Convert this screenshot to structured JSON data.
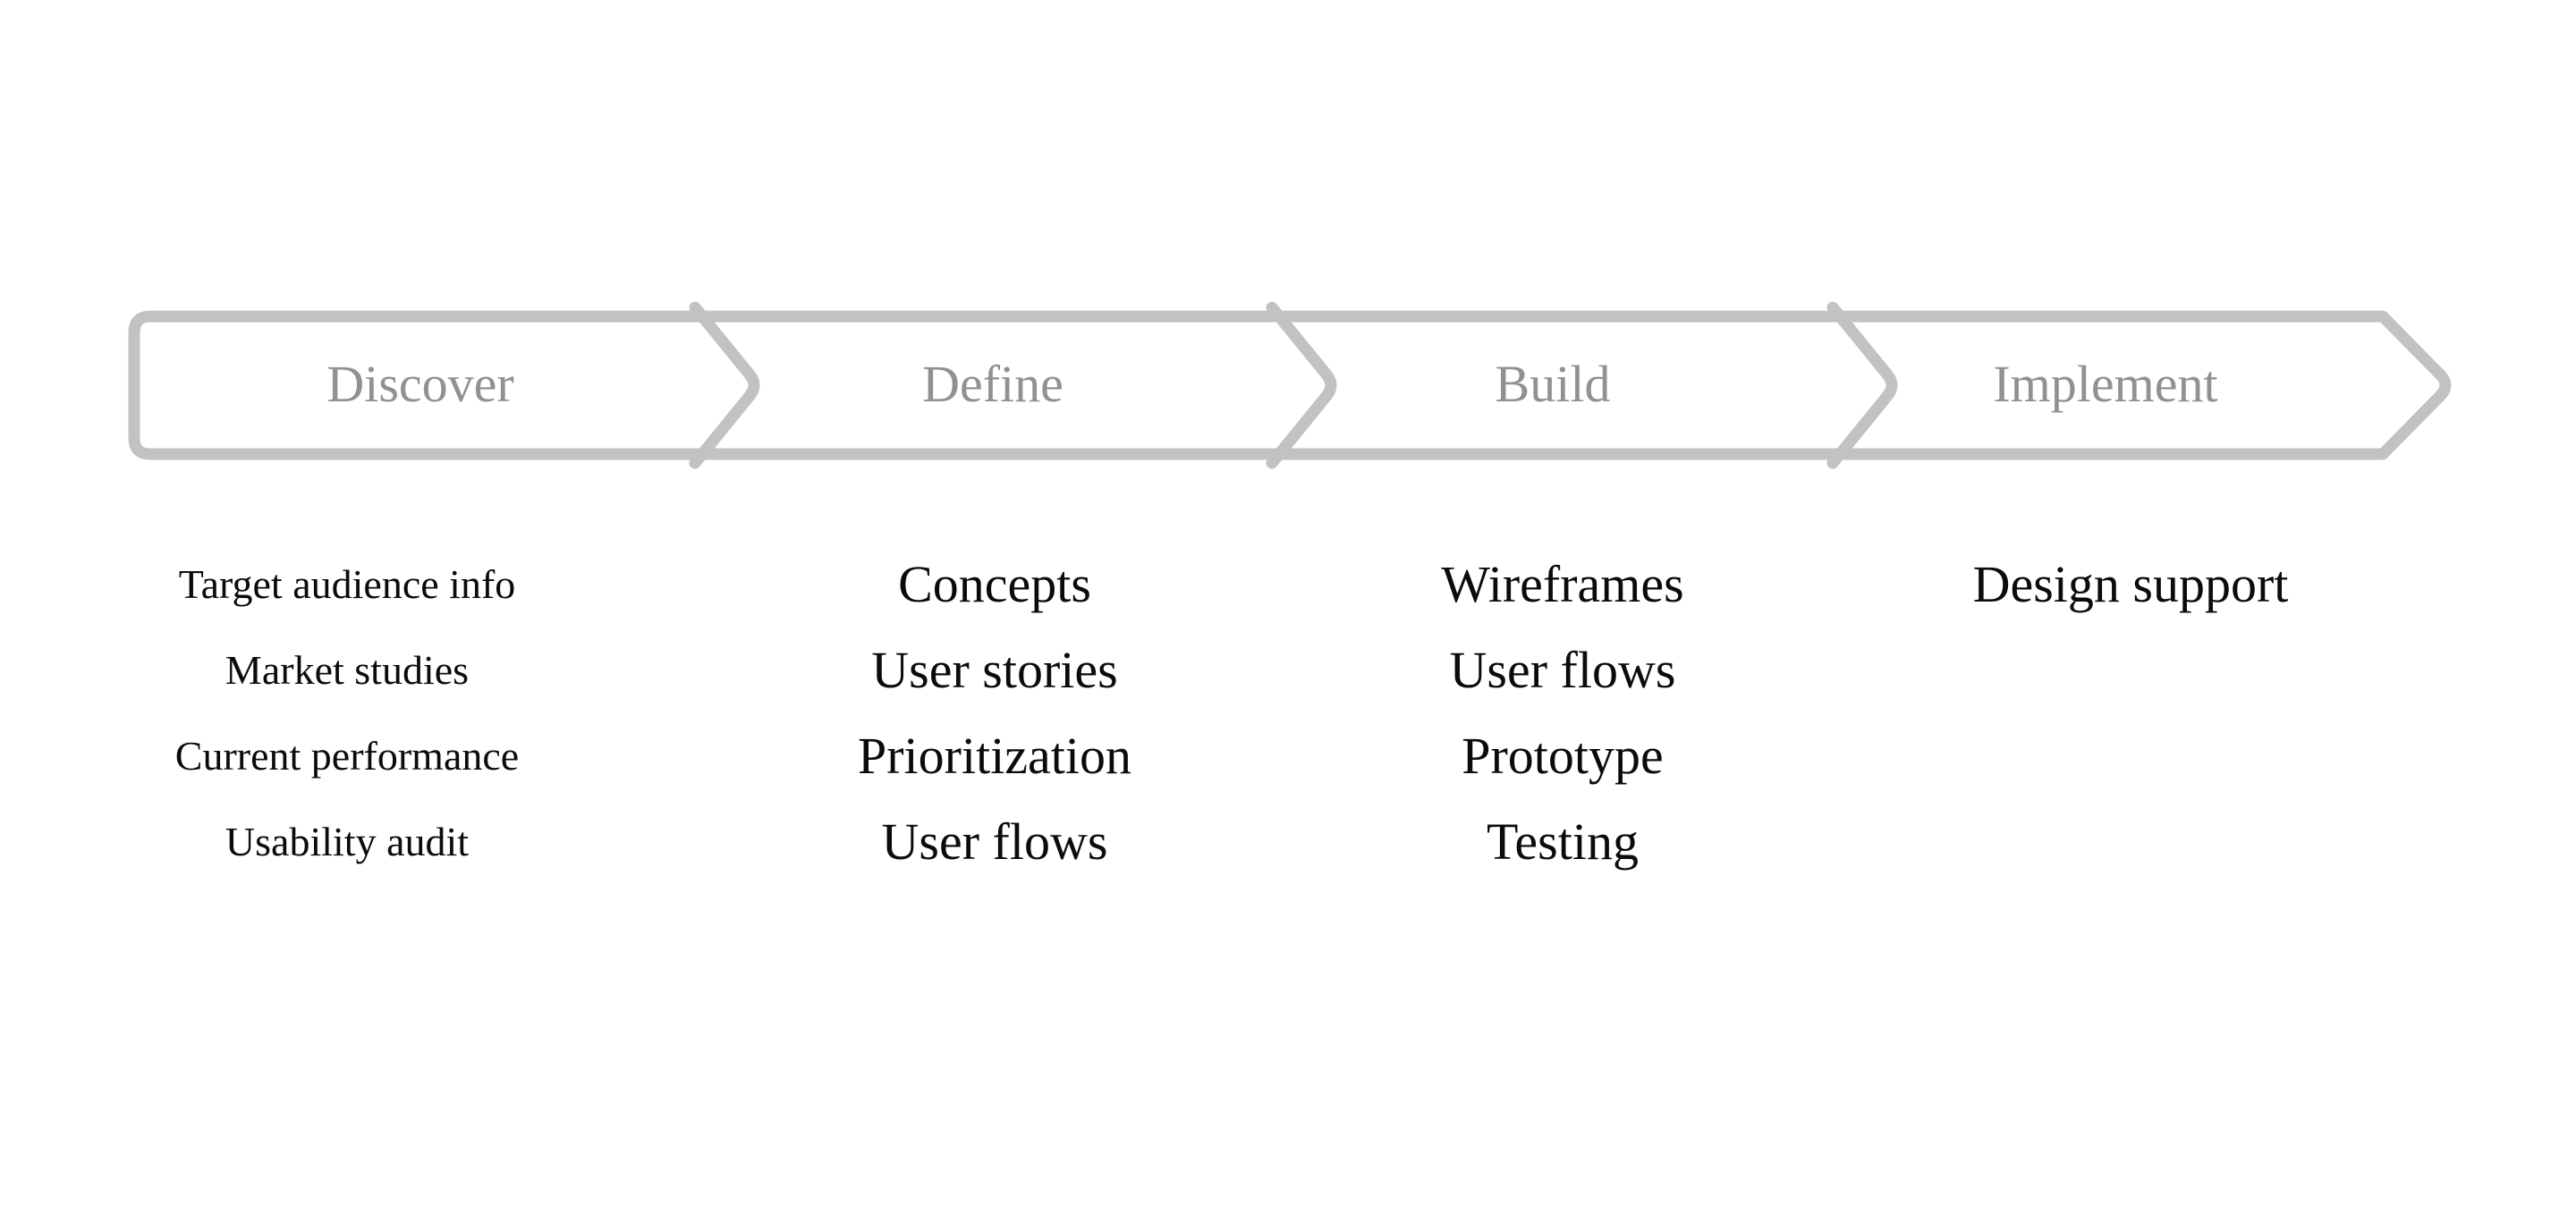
{
  "diagram": {
    "stages": [
      {
        "label": "Discover",
        "items": [
          "Target audience info",
          "Market studies",
          "Current performance",
          "Usability audit"
        ]
      },
      {
        "label": "Define",
        "items": [
          "Concepts",
          "User stories",
          "Prioritization",
          "User flows"
        ]
      },
      {
        "label": "Build",
        "items": [
          "Wireframes",
          "User flows",
          "Prototype",
          "Testing"
        ]
      },
      {
        "label": "Implement",
        "items": [
          "Design support"
        ]
      }
    ]
  },
  "colors": {
    "background": "#ffffff",
    "band_outline": "#c2c2c2",
    "stage_label": "#919191",
    "item_text": "#0b0b0b"
  }
}
